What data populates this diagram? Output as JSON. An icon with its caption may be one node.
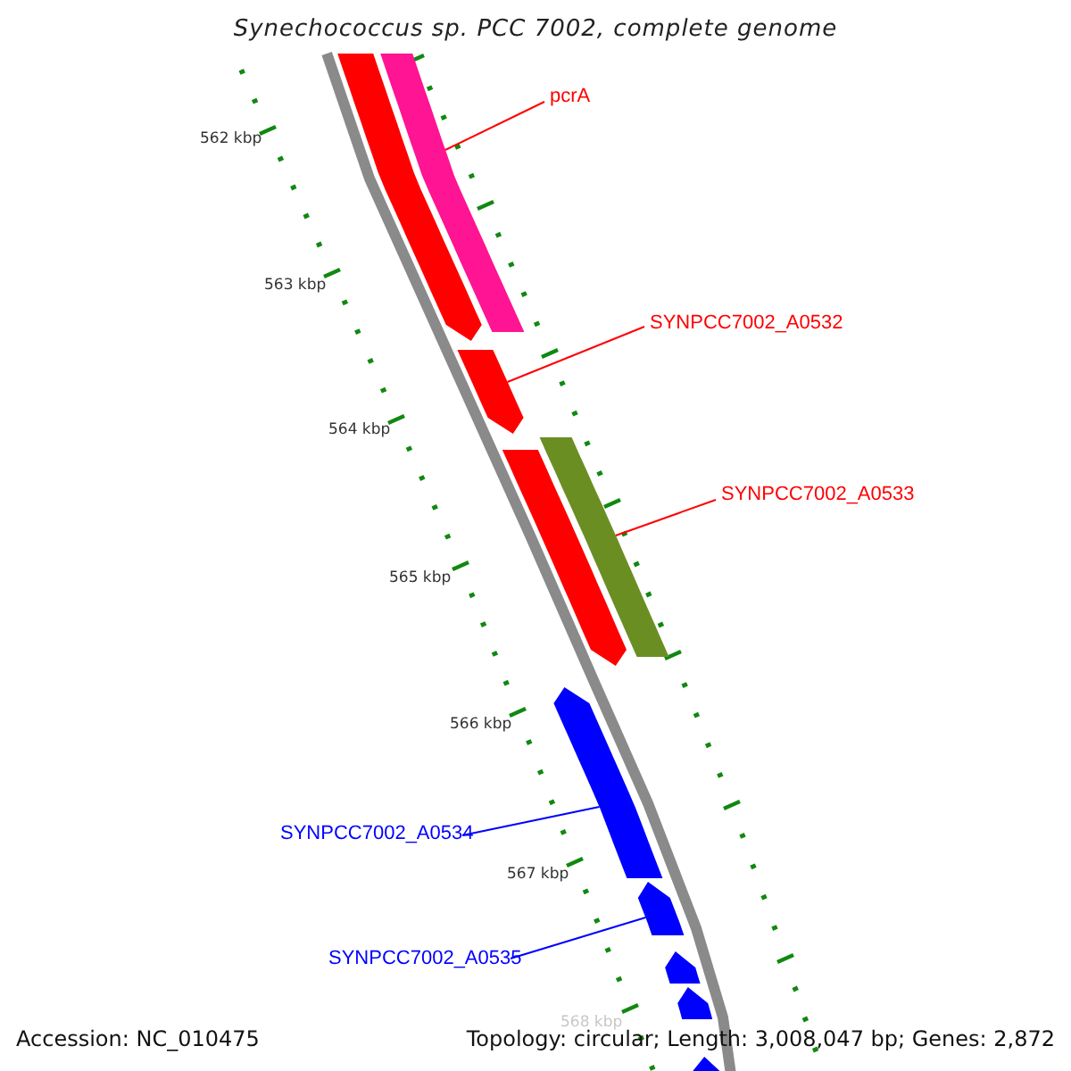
{
  "diagram": {
    "title": "Synechococcus sp. PCC 7002, complete genome",
    "nodes": [
      {
        "text": [
          "pcrA"
        ]
      },
      {
        "text": [
          "SYNPCC7002_A0532"
        ]
      },
      {
        "text": [
          "SYNPCC7002_A0533"
        ]
      },
      {
        "text": [
          "SYNPCC7002_A0534"
        ]
      },
      {
        "text": [
          "SYNPCC7002_A0535"
        ]
      },
      {
        "text": [],
        "shape": "bar"
      },
      {
        "text": [],
        "shape": "bar"
      },
      {
        "text": [],
        "shape": "bar"
      },
      {
        "text": [],
        "shape": "bar"
      },
      {
        "text": [],
        "shape": "bar"
      },
      {
        "text": [],
        "shape": "bar"
      },
      {
        "text": [],
        "shape": "bar"
      },
      {
        "text": [],
        "shape": "bar"
      },
      {
        "text": [],
        "shape": "bar"
      },
      {
        "text": [],
        "shape": "bar"
      }
    ],
    "edges": [
      {
        "from": 0,
        "to": 5,
        "arrow": "none"
      },
      {
        "from": 1,
        "to": 6,
        "arrow": "none"
      },
      {
        "from": 2,
        "to": 7,
        "arrow": "none"
      },
      {
        "from": 3,
        "to": 8,
        "arrow": "none",
        "color": "#0000ff"
      },
      {
        "from": 4,
        "to": 9,
        "arrow": "none",
        "color": "#0000ff"
      }
    ],
    "labels": [
      "562 kbp",
      "563 kbp",
      "564 kbp",
      "565 kbp",
      "566 kbp",
      "567 kbp",
      "568 kbp",
      "Accession: NC_010475",
      "Topology: circular; Length: 3,008,047 bp; Genes: 2,872"
    ]
  }
}
